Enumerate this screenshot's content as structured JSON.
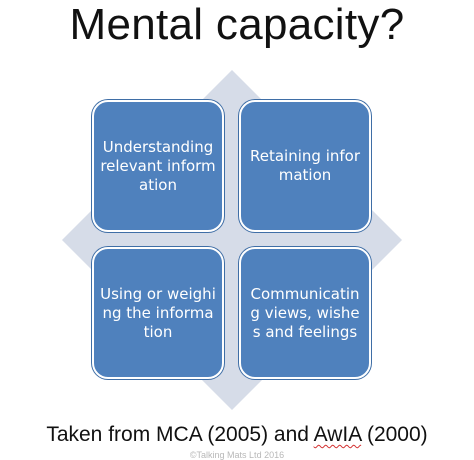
{
  "slide": {
    "title": "Mental capacity?",
    "boxes": [
      {
        "id": "top-left",
        "text": "Understanding relevant information"
      },
      {
        "id": "top-right",
        "text": "Retaining information"
      },
      {
        "id": "bottom-left",
        "text": "Using or weighing the information"
      },
      {
        "id": "bottom-right",
        "text": "Communicating views, wishes and feelings"
      }
    ],
    "caption_pre": "Taken from MCA (2005) and ",
    "caption_awia": "AwIA",
    "caption_post": " (2000)",
    "footer": "©Talking Mats Ltd 2016"
  },
  "colors": {
    "box_fill": "#4f81bd",
    "diamond_fill": "#d6dce8",
    "text_dark": "#111111"
  }
}
